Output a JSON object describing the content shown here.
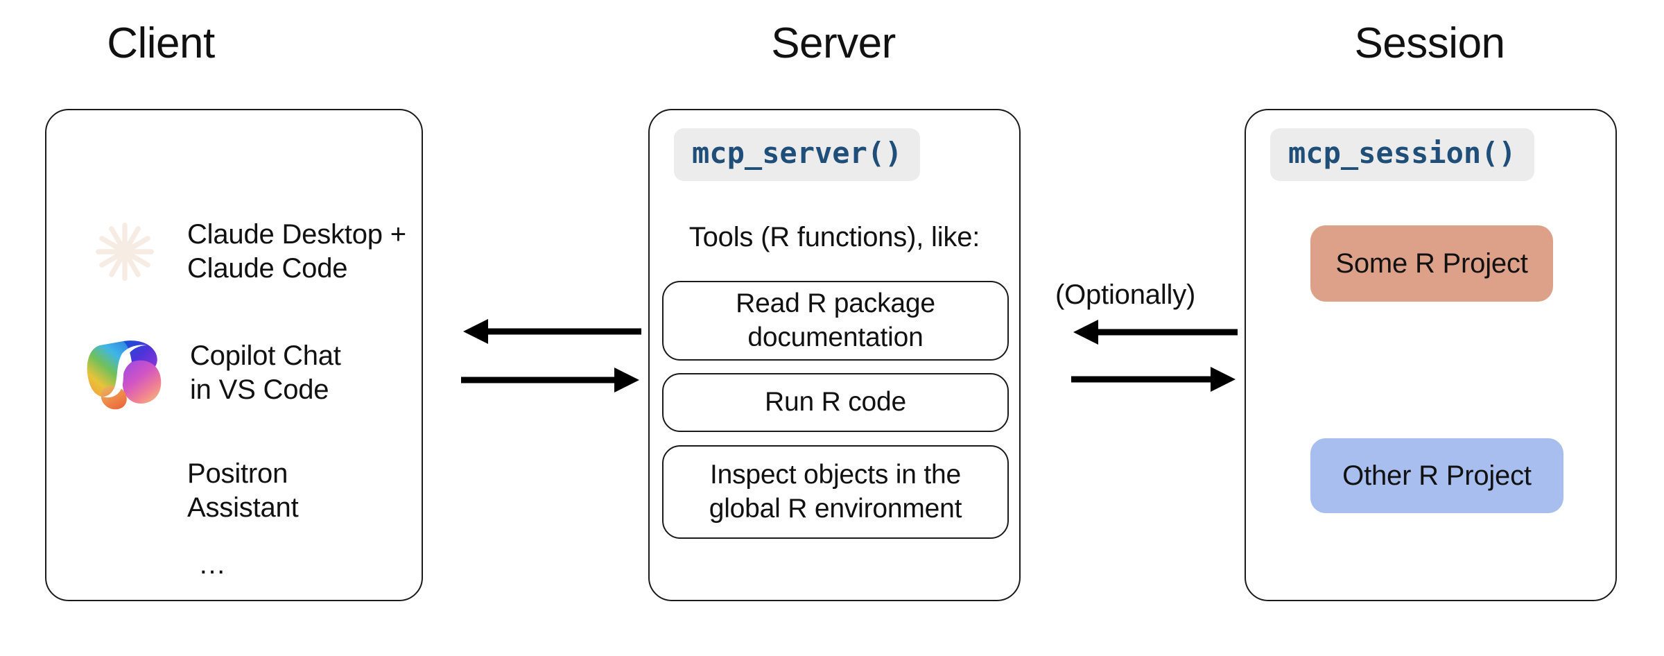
{
  "diagram": {
    "title_client": "Client",
    "title_server": "Server",
    "title_session": "Session"
  },
  "client": {
    "items": [
      {
        "icon": "claude-icon",
        "label": "Claude Desktop +\nClaude Code"
      },
      {
        "icon": "copilot-icon",
        "label": "Copilot Chat\nin VS Code"
      },
      {
        "icon": "positron-icon",
        "label": "Positron\nAssistant"
      }
    ],
    "more": "…"
  },
  "server": {
    "code_badge": "mcp_server()",
    "tools_caption": "Tools (R functions), like:",
    "tools": [
      "Read R package\ndocumentation",
      "Run R code",
      "Inspect objects in the\nglobal R environment"
    ]
  },
  "session": {
    "code_badge": "mcp_session()",
    "projects": [
      {
        "label": "Some R Project",
        "color": "#dda189"
      },
      {
        "label": "Other R Project",
        "color": "#a7beef"
      }
    ]
  },
  "connectors": {
    "client_server": {
      "note": ""
    },
    "server_session": {
      "note": "(Optionally)"
    }
  },
  "colors": {
    "card_border": "#1a1a1a",
    "code_text": "#1f4e79",
    "code_bg": "#ececec",
    "claude_bg": "#cd7f5d",
    "claude_fg": "#f7ece4",
    "positron_bg": "#4b7ab3",
    "positron_fg": "#ffffff",
    "project_salmon": "#dda189",
    "project_blue": "#a7beef",
    "arrow": "#000000"
  }
}
